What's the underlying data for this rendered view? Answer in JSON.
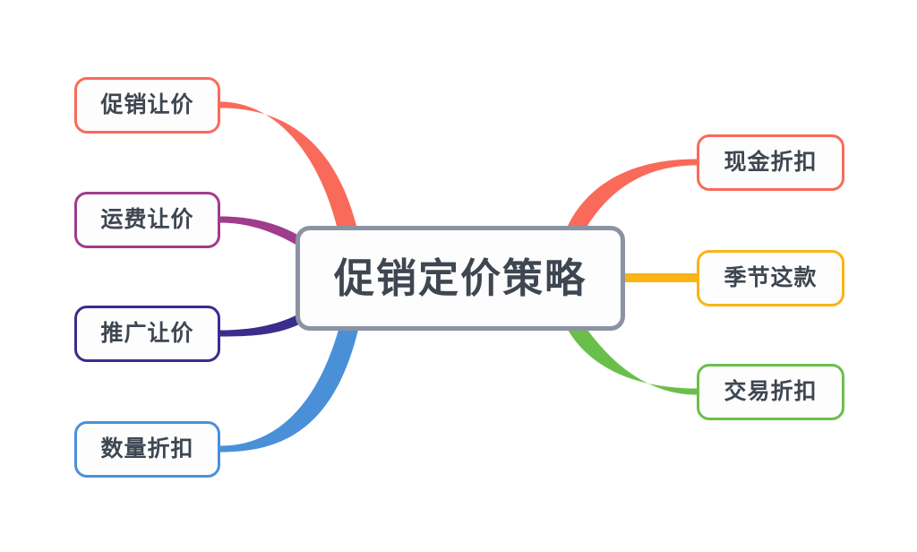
{
  "diagram": {
    "type": "mind-map",
    "title": "促销定价策略",
    "background_color": "#ffffff",
    "central": {
      "label": "促销定价策略",
      "border_color": "#8b93a3",
      "text_color": "#3e4651",
      "fill_color": "#fdfdfd"
    },
    "left_branches": [
      {
        "label": "促销让价",
        "color": "#f96a5a",
        "connector": "curve"
      },
      {
        "label": "运费让价",
        "color": "#a03c8c",
        "connector": "curve"
      },
      {
        "label": "推广让价",
        "color": "#3a2d8c",
        "connector": "curve"
      },
      {
        "label": "数量折扣",
        "color": "#4a90d9",
        "connector": "curve"
      }
    ],
    "right_branches": [
      {
        "label": "现金折扣",
        "color": "#f96a5a",
        "connector": "curve"
      },
      {
        "label": "季节这款",
        "color": "#fbb415",
        "connector": "straight"
      },
      {
        "label": "交易折扣",
        "color": "#6abf4b",
        "connector": "curve"
      }
    ]
  }
}
